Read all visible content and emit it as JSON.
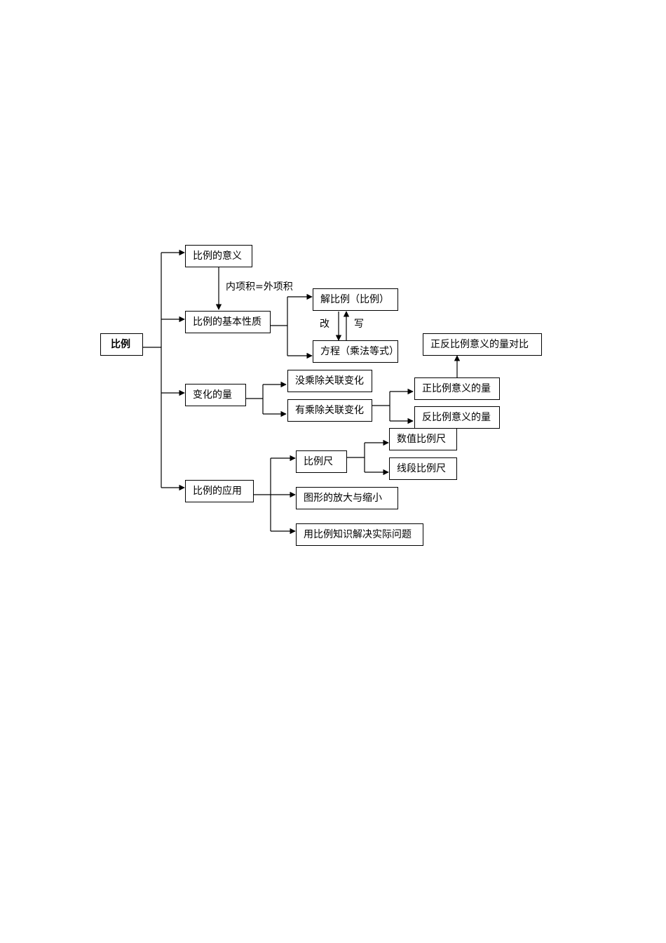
{
  "root": "比例",
  "nodes": {
    "meaning": "比例的意义",
    "basic_property": "比例的基本性质",
    "solve_proportion": "解比例（比例）",
    "equation": "方程（乘法等式）",
    "changing_quantities": "变化的量",
    "no_relation": "没乘除关联变化",
    "has_relation": "有乘除关联变化",
    "direct_proportion": "正比例意义的量",
    "inverse_proportion": "反比例意义的量",
    "comparison": "正反比例意义的量对比",
    "application": "比例的应用",
    "scale": "比例尺",
    "numeric_scale": "数值比例尺",
    "line_scale": "线段比例尺",
    "enlarge_shrink": "图形的放大与缩小",
    "solve_problems": "用比例知识解决实际问题"
  },
  "labels": {
    "inner_outer": "内项积=外项积",
    "change": "改",
    "write": "写"
  }
}
